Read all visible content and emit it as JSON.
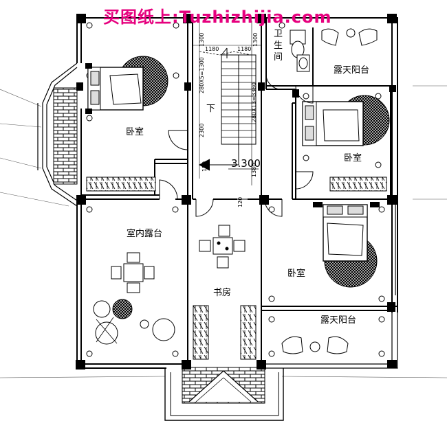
{
  "watermark": "买图纸上:Tuzhizhijia.com",
  "rooms": {
    "bedroom_nw": "卧室",
    "bedroom_e": "卧室",
    "bedroom_se": "卧室",
    "bathroom": "卫\n生\n间",
    "balcony_ne": "露天阳台",
    "balcony_se": "露天阳台",
    "indoor_terrace": "室内露台",
    "study": "书房"
  },
  "stairs": {
    "direction": "下",
    "elevation": "3.300"
  },
  "dimensions": {
    "d1300a": "1300",
    "d1180a": "1180",
    "d1180b": "1180",
    "d1300b": "1300",
    "d_stair_left": "280X5=1300",
    "d_stair_right": "280X13=3380",
    "d2300": "2300",
    "d1380": "1380",
    "d150": "150",
    "d120": "120"
  }
}
